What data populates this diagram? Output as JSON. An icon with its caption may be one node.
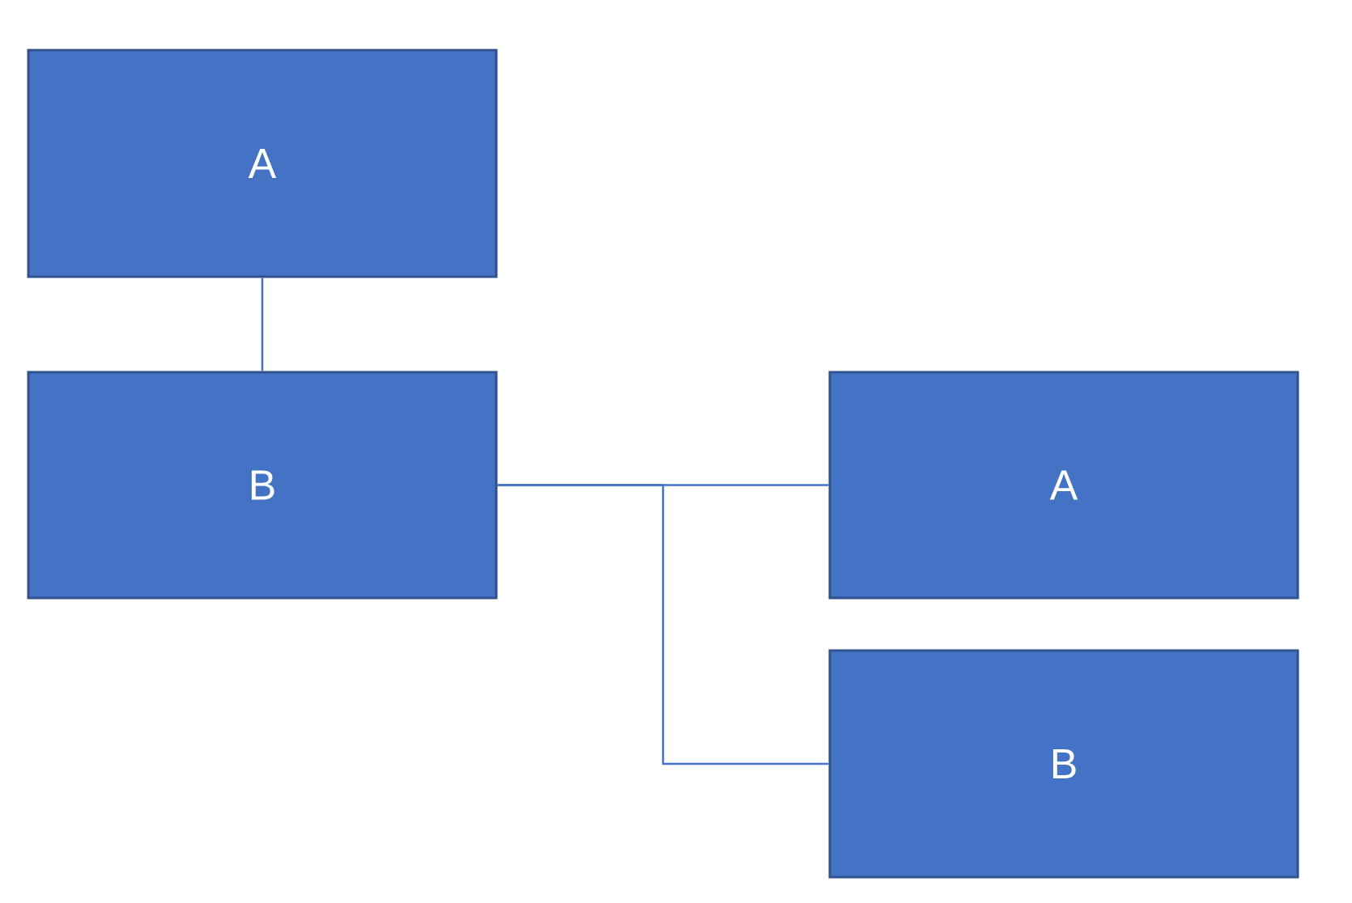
{
  "diagram": {
    "nodes": [
      {
        "text": [
          "A"
        ]
      },
      {
        "text": [
          "B"
        ]
      },
      {
        "text": [
          "A"
        ]
      },
      {
        "text": [
          "B"
        ]
      }
    ],
    "edges": [
      {
        "from": 0,
        "to": 1,
        "arrow": "none"
      },
      {
        "from": 1,
        "to": 2,
        "arrow": "none"
      },
      {
        "from": 1,
        "to": 3,
        "arrow": "none"
      }
    ]
  }
}
